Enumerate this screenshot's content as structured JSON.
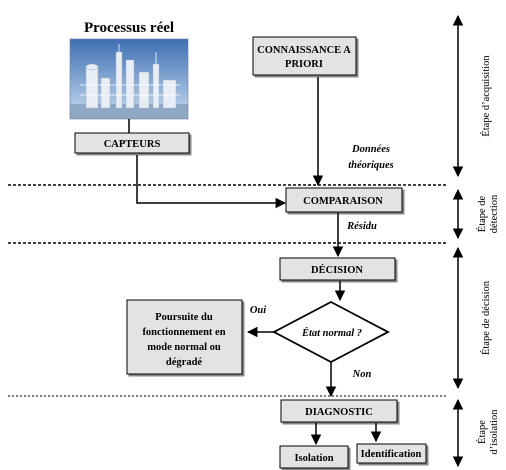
{
  "process": {
    "title": "Processus réel"
  },
  "boxes": {
    "connaissance_line1": "CONNAISSANCE A",
    "connaissance_line2": "PRIORI",
    "capteurs": "CAPTEURS",
    "comparaison": "COMPARAISON",
    "decision": "DÉCISION",
    "etat_normal": "État normal ?",
    "poursuite_line1": "Poursuite du",
    "poursuite_line2": "fonctionnement en",
    "poursuite_line3": "mode normal ou",
    "poursuite_line4": "dégradé",
    "diagnostic": "DIAGNOSTIC",
    "isolation": "Isolation",
    "identification": "Identification"
  },
  "labels": {
    "donnees_line1": "Données",
    "donnees_line2": "théoriques",
    "residu": "Résidu",
    "oui": "Oui",
    "non": "Non"
  },
  "stages": {
    "acquisition": "Étape d’acquisition",
    "detection_line1": "Étape de",
    "detection_line2": "détection",
    "decision": "Étape de décision",
    "isolation_line1": "Étape",
    "isolation_line2": "d’isolation"
  },
  "colors": {
    "box_fill": "#e3e3e3",
    "line": "#000000",
    "photo_sky_top": "#3f6fb4",
    "photo_sky_bottom": "#c9ddf0"
  }
}
